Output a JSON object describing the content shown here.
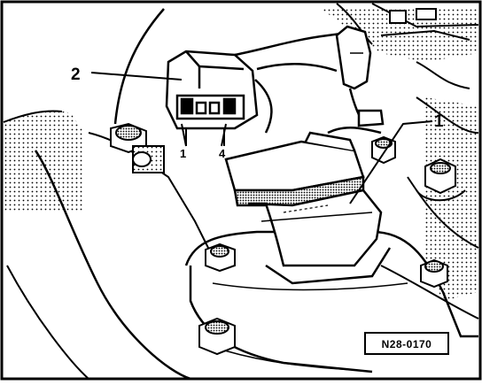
{
  "callouts": {
    "c2": "2",
    "c1": "1"
  },
  "pins": {
    "p1": "1",
    "p4": "4"
  },
  "reference": "N28-0170",
  "colors": {
    "ink": "#000000",
    "paper": "#ffffff",
    "shade": "#8a8a8a"
  }
}
